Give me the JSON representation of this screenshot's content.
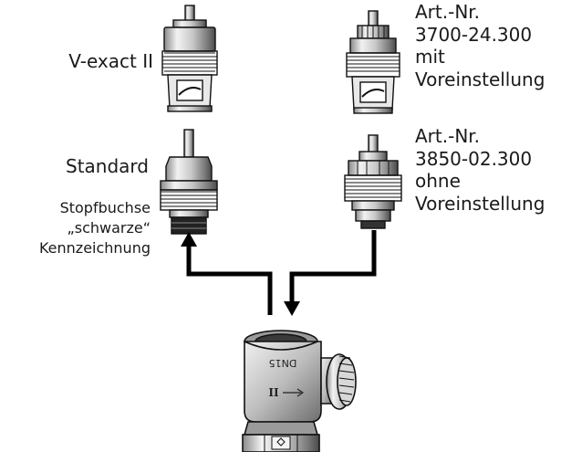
{
  "labels": {
    "vexact": "V-exact II",
    "standard": "Standard",
    "stopfbuchse": [
      "Stopfbuchse",
      "„schwarze“",
      "Kennzeichnung"
    ],
    "art1": [
      "Art.-Nr.",
      "3700-24.300",
      "mit",
      "Voreinstellung"
    ],
    "art2": [
      "Art.-Nr.",
      "3850-02.300",
      "ohne",
      "Voreinstellung"
    ],
    "body_marking": "DN15",
    "body_roman": "II"
  },
  "colors": {
    "metal_light": "#e6e6e6",
    "metal_mid": "#b5b5b5",
    "metal_dark": "#5a5a5a",
    "outline": "#111111",
    "arrow": "#000000"
  }
}
